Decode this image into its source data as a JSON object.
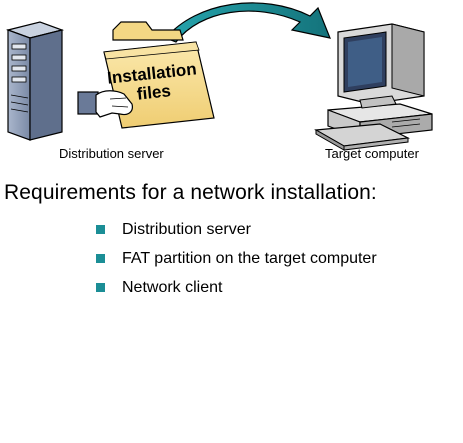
{
  "diagram": {
    "source_label": "Distribution server",
    "target_label": "Target computer",
    "folder_text_line1": "Installation",
    "folder_text_line2": "files"
  },
  "heading": "Requirements for a network installation:",
  "requirements": [
    "Distribution server",
    "FAT partition on the target computer",
    "Network client"
  ],
  "colors": {
    "bullet": "#1b8e96",
    "arrow": "#1a8a92",
    "folder": "#f6dc8e",
    "server": "#8f9fb8"
  }
}
